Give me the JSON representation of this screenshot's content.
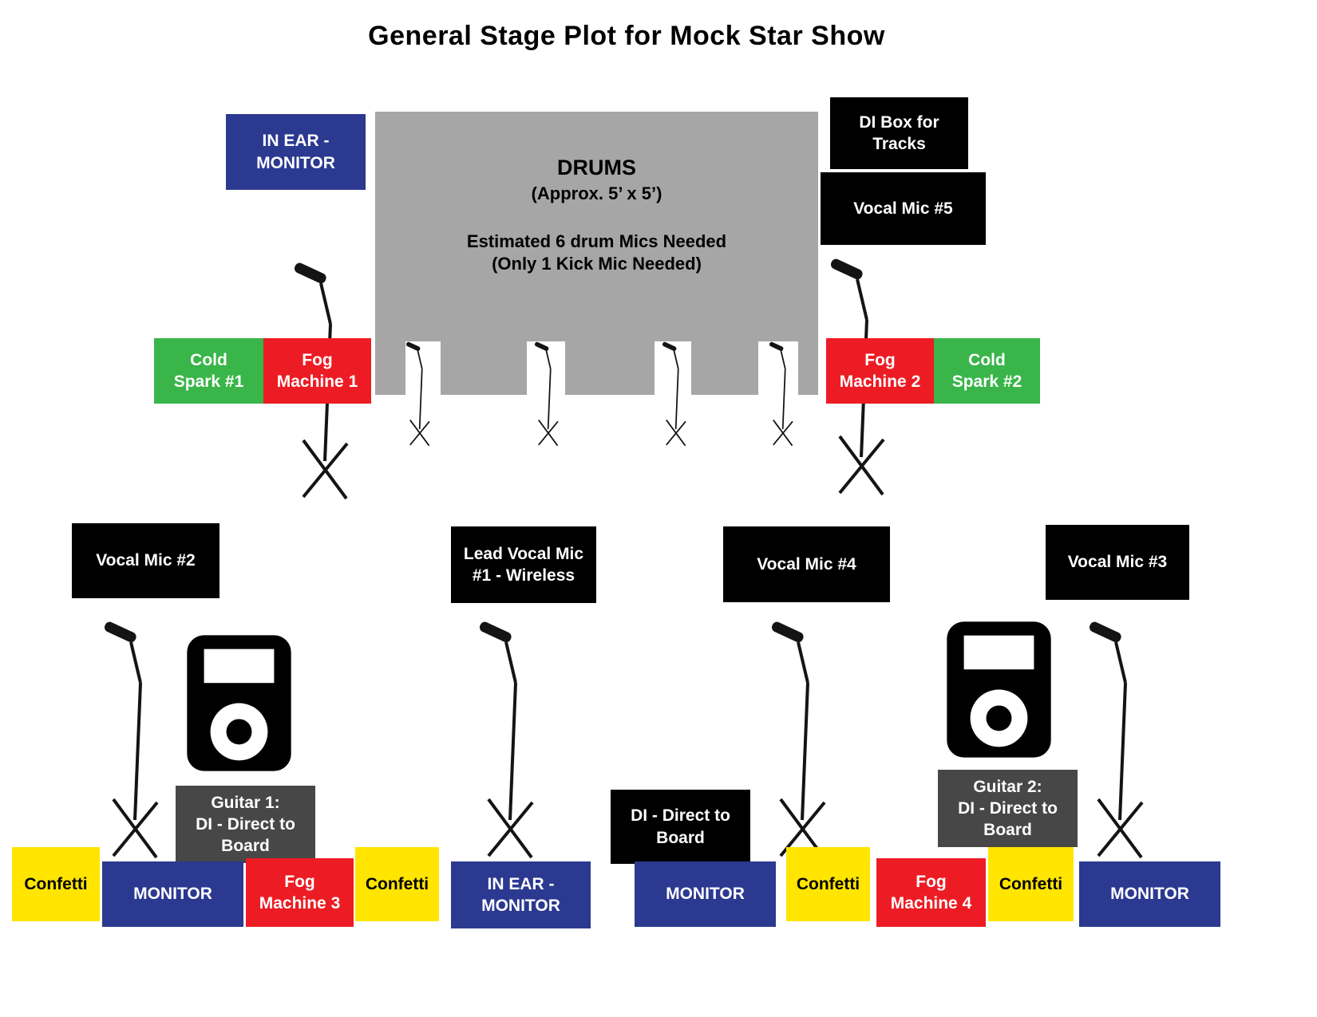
{
  "title": "General Stage Plot for Mock Star Show",
  "colors": {
    "monitor_blue": "#2b3990",
    "black": "#000000",
    "fog_red": "#ed1c24",
    "spark_green": "#39b54a",
    "confetti_yellow": "#ffe500",
    "drums_gray": "#a6a6a6",
    "guitar_gray": "#474747"
  },
  "icons": [
    "mic-stand-icon",
    "drum-mic-stand-icon",
    "ipod-icon"
  ],
  "drums": {
    "name": "DRUMS",
    "size": "(Approx. 5’ x 5’)",
    "note1": "Estimated 6 drum Mics Needed",
    "note2": "(Only 1 Kick Mic Needed)"
  },
  "labels": {
    "in_ear_monitor_top": "IN EAR -\nMONITOR",
    "di_box_tracks": "DI Box for\nTracks",
    "vocal_mic_5": "Vocal Mic #5",
    "cold_spark_1": "Cold\nSpark #1",
    "fog_machine_1": "Fog\nMachine 1",
    "fog_machine_2": "Fog\nMachine 2",
    "cold_spark_2": "Cold\nSpark #2",
    "vocal_mic_2": "Vocal Mic #2",
    "lead_vocal_mic_1": "Lead Vocal Mic\n#1 - Wireless",
    "vocal_mic_4": "Vocal Mic #4",
    "vocal_mic_3": "Vocal Mic #3",
    "guitar_1": "Guitar 1:\nDI - Direct to\nBoard",
    "di_direct": "DI - Direct to\nBoard",
    "guitar_2": "Guitar 2:\nDI - Direct to\nBoard",
    "confetti": "Confetti",
    "monitor": "MONITOR",
    "fog_machine_3": "Fog\nMachine 3",
    "in_ear_monitor_bottom": "IN EAR -\nMONITOR",
    "fog_machine_4": "Fog\nMachine 4"
  }
}
